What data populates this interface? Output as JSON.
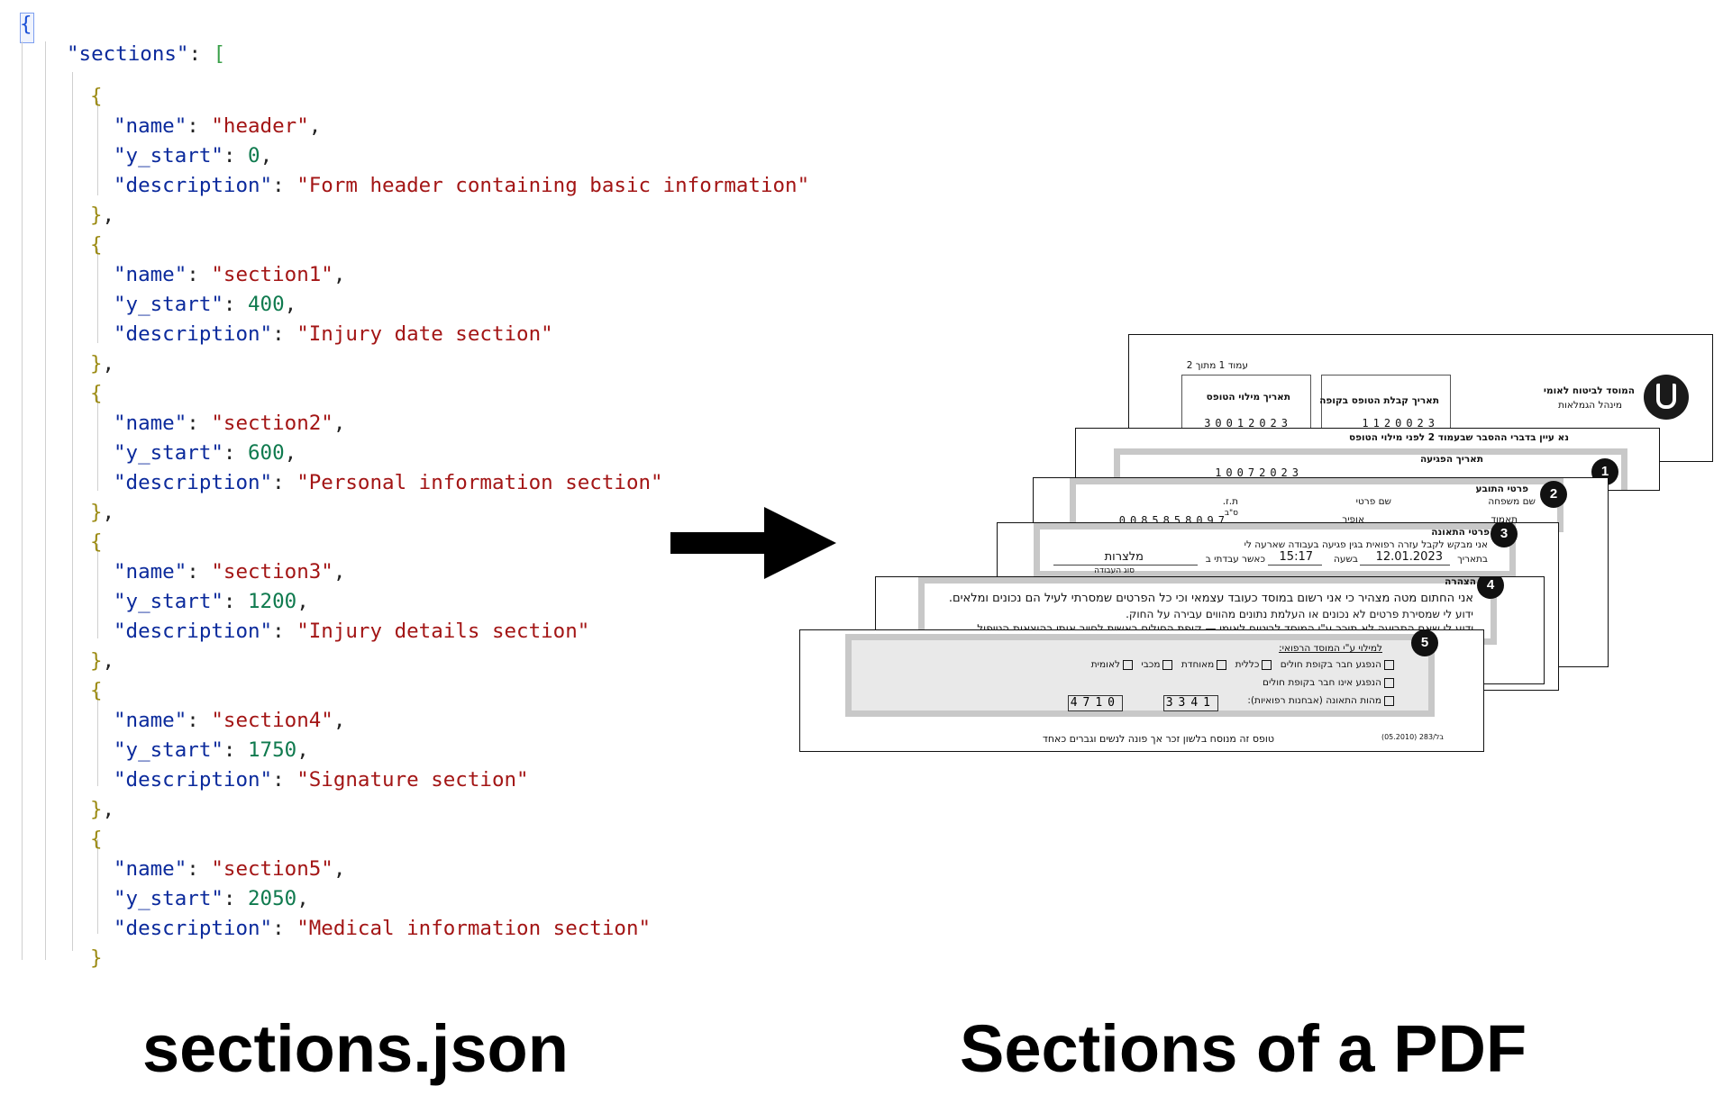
{
  "code": {
    "open_brace": "{",
    "sections_key": "\"sections\"",
    "sections": [
      {
        "name": "header",
        "y_start": "0",
        "description": "Form header containing basic information"
      },
      {
        "name": "section1",
        "y_start": "400",
        "description": "Injury date section"
      },
      {
        "name": "section2",
        "y_start": "600",
        "description": "Personal information section"
      },
      {
        "name": "section3",
        "y_start": "1200",
        "description": "Injury details section"
      },
      {
        "name": "section4",
        "y_start": "1750",
        "description": "Signature section"
      },
      {
        "name": "section5",
        "y_start": "2050",
        "description": "Medical information section"
      }
    ]
  },
  "captions": {
    "left": "sections.json",
    "right": "Sections of a PDF"
  },
  "pdf": {
    "header": {
      "page_label": "עמוד 1 מתוך 2",
      "org_name": "המוסד לביטוח לאומי",
      "org_sub": "מינהל הגמלאות",
      "fill_date_label": "תאריך מילוי הטופס",
      "fill_date_digits": "30012023",
      "receipt_date_label": "תאריך קבלת הטופס בקופה",
      "receipt_digits": "1120023"
    },
    "section1": {
      "badge": "1",
      "note": "נא עיין בדברי ההסבר שבעמוד 2 לפני מילוי הטופס",
      "title": "תאריך הפגיעה",
      "digits": "10072023"
    },
    "section2": {
      "badge": "2",
      "title": "פרטי התובע",
      "last_name_label": "שם משפחה",
      "first_name_label": "שם פרטי",
      "id_label": "ת.ז.",
      "last_name": "תאמוד",
      "first_name": "אופיר",
      "id_digits": "0085858097",
      "cs_label": "ס\"ב"
    },
    "section3": {
      "badge": "3",
      "title": "פרטי התאונה",
      "request_line": "אני מבקש לקבל עזרה רפואית בגין פגיעה בעבודה שארעה לי",
      "date_label": "בתאריך",
      "date_value": "12.01.2023",
      "time_label": "בשעה",
      "time_value": "15:17",
      "work_label": "כאשר עבדתי ב",
      "work_value": "מלצרות",
      "work_type_label": "סוג העבודה"
    },
    "section4": {
      "badge": "4",
      "title": "הצהרה",
      "line1": "אני החתום מטה מצהיר כי אני רשום במוסד כעובד עצמאי וכי כל הפרטים שמסרתי לעיל הם נכונים ומלאים.",
      "line2": "ידוע לי שמסירת פרטים לא נכונים או העלמת נתונים מהווים עבירה על החוק.",
      "line3": "ידוע לי שאם התביעה לא תוכר ע\"י המוסד לביטוח לאומי — קופת החולים ראשית לחייב אותי בהוצאות הטיפול"
    },
    "section5": {
      "badge": "5",
      "title": "למילוי ע\"י המוסד הרפואי:",
      "member_label": "הנפגע חבר בקופת חולים",
      "clalit": "כללית",
      "meuhedet": "מאוחדת",
      "maccabi": "מכבי",
      "leumit": "לאומית",
      "not_member": "הנפגע אינו חבר בקופת חולים",
      "diagnosis_label": "מהות התאונה (אבחנות רפואיות):",
      "code_a": "3341",
      "code_b": "4710",
      "footer": "טופס זה מנוסח בלשון זכר אך פונה לנשים וגברים כאחד",
      "form_id": "בל/283 (05.2010)"
    }
  }
}
